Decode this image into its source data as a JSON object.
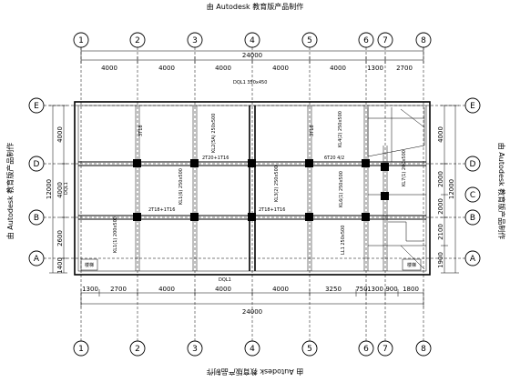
{
  "watermark": {
    "top": "由 Autodesk 教育版产品制作",
    "left": "由 Autodesk 教育版产品制作",
    "right": "由 Autodesk 教育版产品制作",
    "bottom": "由 Autodesk 教育版产品制作"
  },
  "axes": {
    "columns": [
      "1",
      "2",
      "3",
      "4",
      "5",
      "6",
      "7",
      "8"
    ],
    "rows": [
      "A",
      "B",
      "C",
      "D",
      "E"
    ]
  },
  "dims": {
    "top_segments": [
      "4000",
      "4000",
      "4000",
      "4000",
      "4000",
      "1300",
      "2700"
    ],
    "top_total": "24000",
    "bottom_segments": [
      "1300",
      "2700",
      "4000",
      "4000",
      "4000",
      "3250",
      "750",
      "1300",
      "900",
      "1800"
    ],
    "bottom_total": "24000",
    "left_segments": [
      "1400",
      "2600",
      "4000",
      "4000"
    ],
    "left_total": "12000",
    "right_segments": [
      "1900",
      "2100",
      "2000",
      "2000",
      "4000"
    ],
    "right_total": "12000"
  },
  "labels": {
    "dql_top": "DQL1 350x450",
    "dql_left": "DQL1",
    "dql_bottom": "DQL1",
    "kl_c": "KL2(5A) 250x500",
    "kl_b": "KL1(6) 250x500",
    "kl_a": "KL1(1) 200x500",
    "kl_d": "KL3(2) 250x500",
    "kl_r1": "KL4(2) 250x500",
    "kl_r2": "KL6(1) 250x500",
    "kl_r3": "LL1 250x500",
    "kl_r4": "KL7(1) 200x500",
    "rebar1": "2T18+1T16",
    "rebar2": "2T18+1T16",
    "rebar3": "3T18",
    "rebar4": "2T20+1T16",
    "rebar5": "3T18",
    "rebar6": "6T20 4/2",
    "stair": "楼梯",
    "stair2": "楼梯"
  }
}
